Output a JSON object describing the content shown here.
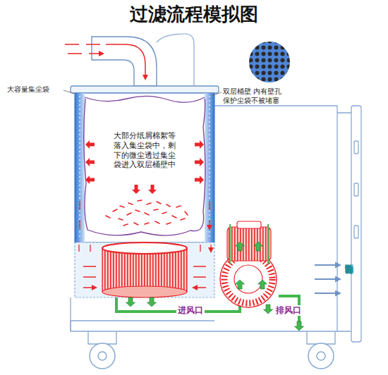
{
  "diagram": {
    "title": "过滤流程模拟图",
    "labels": [
      "大容量集尘袋",
      "双层桶壁 内有壁孔 保护尘袋不被堵塞",
      "大部分纸屑棉絮等 落入集尘袋中，剩 下的微尘透过集尘 袋进入双层桶壁中",
      "进风口",
      "排风口",
      "百叶窗散热"
    ]
  }
}
